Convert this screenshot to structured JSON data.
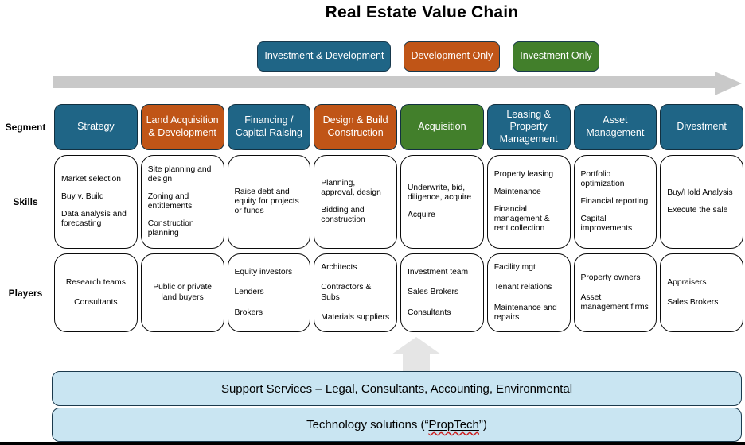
{
  "title": "Real Estate Value Chain",
  "legend": [
    {
      "label": "Investment & Development",
      "color": "#1F6586"
    },
    {
      "label": "Development Only",
      "color": "#C05517"
    },
    {
      "label": "Investment Only",
      "color": "#427F2B"
    }
  ],
  "row_labels": {
    "segment": "Segment",
    "skills": "Skills",
    "players": "Players"
  },
  "columns": [
    {
      "segment": "Strategy",
      "color": "#1F6586",
      "skills": [
        "Market selection",
        "Buy v. Build",
        "Data analysis and forecasting"
      ],
      "players": [
        "Research teams",
        "Consultants"
      ]
    },
    {
      "segment": "Land Acquisition & Development",
      "color": "#C05517",
      "skills": [
        "Site planning and design",
        "Zoning and entitlements",
        "Construction planning"
      ],
      "players": [
        "Public or private land buyers"
      ]
    },
    {
      "segment": "Financing / Capital Raising",
      "color": "#1F6586",
      "skills": [
        "Raise debt and equity for projects or funds"
      ],
      "players": [
        "Equity investors",
        "Lenders",
        "Brokers"
      ]
    },
    {
      "segment": "Design & Build Construction",
      "color": "#C05517",
      "skills": [
        "Planning, approval, design",
        "Bidding and construction"
      ],
      "players": [
        "Architects",
        "Contractors & Subs",
        "Materials suppliers"
      ]
    },
    {
      "segment": "Acquisition",
      "color": "#427F2B",
      "skills": [
        "Underwrite, bid, diligence, acquire",
        "Acquire"
      ],
      "players": [
        "Investment team",
        "Sales Brokers",
        "Consultants"
      ]
    },
    {
      "segment": "Leasing & Property Management",
      "color": "#1F6586",
      "skills": [
        "Property leasing",
        "Maintenance",
        "Financial management & rent collection"
      ],
      "players": [
        "Facility mgt",
        "Tenant relations",
        "Maintenance and repairs"
      ]
    },
    {
      "segment": "Asset Management",
      "color": "#1F6586",
      "skills": [
        "Portfolio optimization",
        "Financial reporting",
        "Capital improvements"
      ],
      "players": [
        "Property owners",
        "Asset management firms"
      ]
    },
    {
      "segment": "Divestment",
      "color": "#1F6586",
      "skills": [
        "Buy/Hold Analysis",
        "Execute the sale"
      ],
      "players": [
        "Appraisers",
        "Sales Brokers"
      ]
    }
  ],
  "support_bars": {
    "services": "Support Services – Legal, Consultants, Accounting, Environmental",
    "technology_prefix": "Technology solutions (“",
    "technology_word": "PropTech",
    "technology_suffix": "”)"
  },
  "colors": {
    "blue": "#1F6586",
    "orange": "#C05517",
    "green": "#427F2B",
    "support_bar_fill": "#C9E5F2",
    "top_arrow": "#C9C9C9",
    "up_arrow": "#E5E5E5",
    "border_dark": "#17384C"
  }
}
